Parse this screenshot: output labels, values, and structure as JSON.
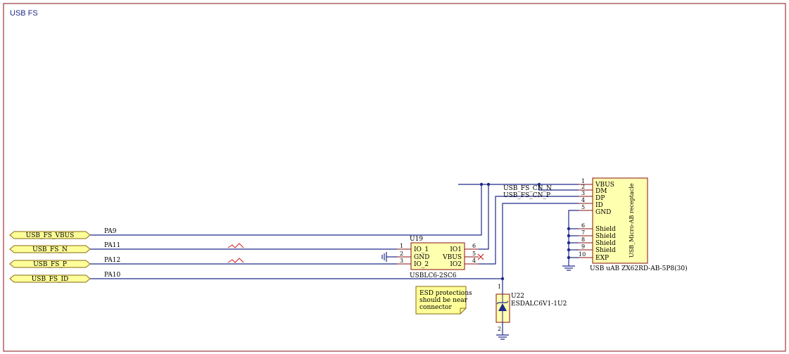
{
  "sheet": {
    "title": "USB FS"
  },
  "ports": [
    {
      "label": "USB_FS_VBUS",
      "pin": "PA9"
    },
    {
      "label": "USB_FS_N",
      "pin": "PA11"
    },
    {
      "label": "USB_FS_P",
      "pin": "PA12"
    },
    {
      "label": "USB_FS_ID",
      "pin": "PA10"
    }
  ],
  "nets": {
    "cn_n": "USB_FS_CN_N",
    "cn_p": "USB_FS_CN_P"
  },
  "u19": {
    "designator": "U19",
    "part": "USBLC6-2SC6",
    "pins": [
      {
        "num": "1",
        "name": "IO_1"
      },
      {
        "num": "2",
        "name": "GND"
      },
      {
        "num": "3",
        "name": "IO_2"
      },
      {
        "num": "6",
        "name": "IO1"
      },
      {
        "num": "5",
        "name": "VBUS"
      },
      {
        "num": "4",
        "name": "IO2"
      }
    ]
  },
  "connector": {
    "part": "USB uAB ZX62RD-AB-5P8(30)",
    "body_text": "USB_Micro-AB receptacle",
    "pins": [
      {
        "num": "1",
        "name": "VBUS"
      },
      {
        "num": "2",
        "name": "DM"
      },
      {
        "num": "3",
        "name": "DP"
      },
      {
        "num": "4",
        "name": "ID"
      },
      {
        "num": "5",
        "name": "GND"
      },
      {
        "num": "6",
        "name": "Shield"
      },
      {
        "num": "7",
        "name": "Shield"
      },
      {
        "num": "8",
        "name": "Shield"
      },
      {
        "num": "9",
        "name": "Shield"
      },
      {
        "num": "10",
        "name": "EXP"
      }
    ]
  },
  "u22": {
    "designator": "U22",
    "part": "ESDALC6V1-1U2",
    "pin_top": "1",
    "pin_bottom": "2"
  },
  "note": {
    "lines": [
      "ESD protections",
      "should be near",
      "connector"
    ]
  }
}
